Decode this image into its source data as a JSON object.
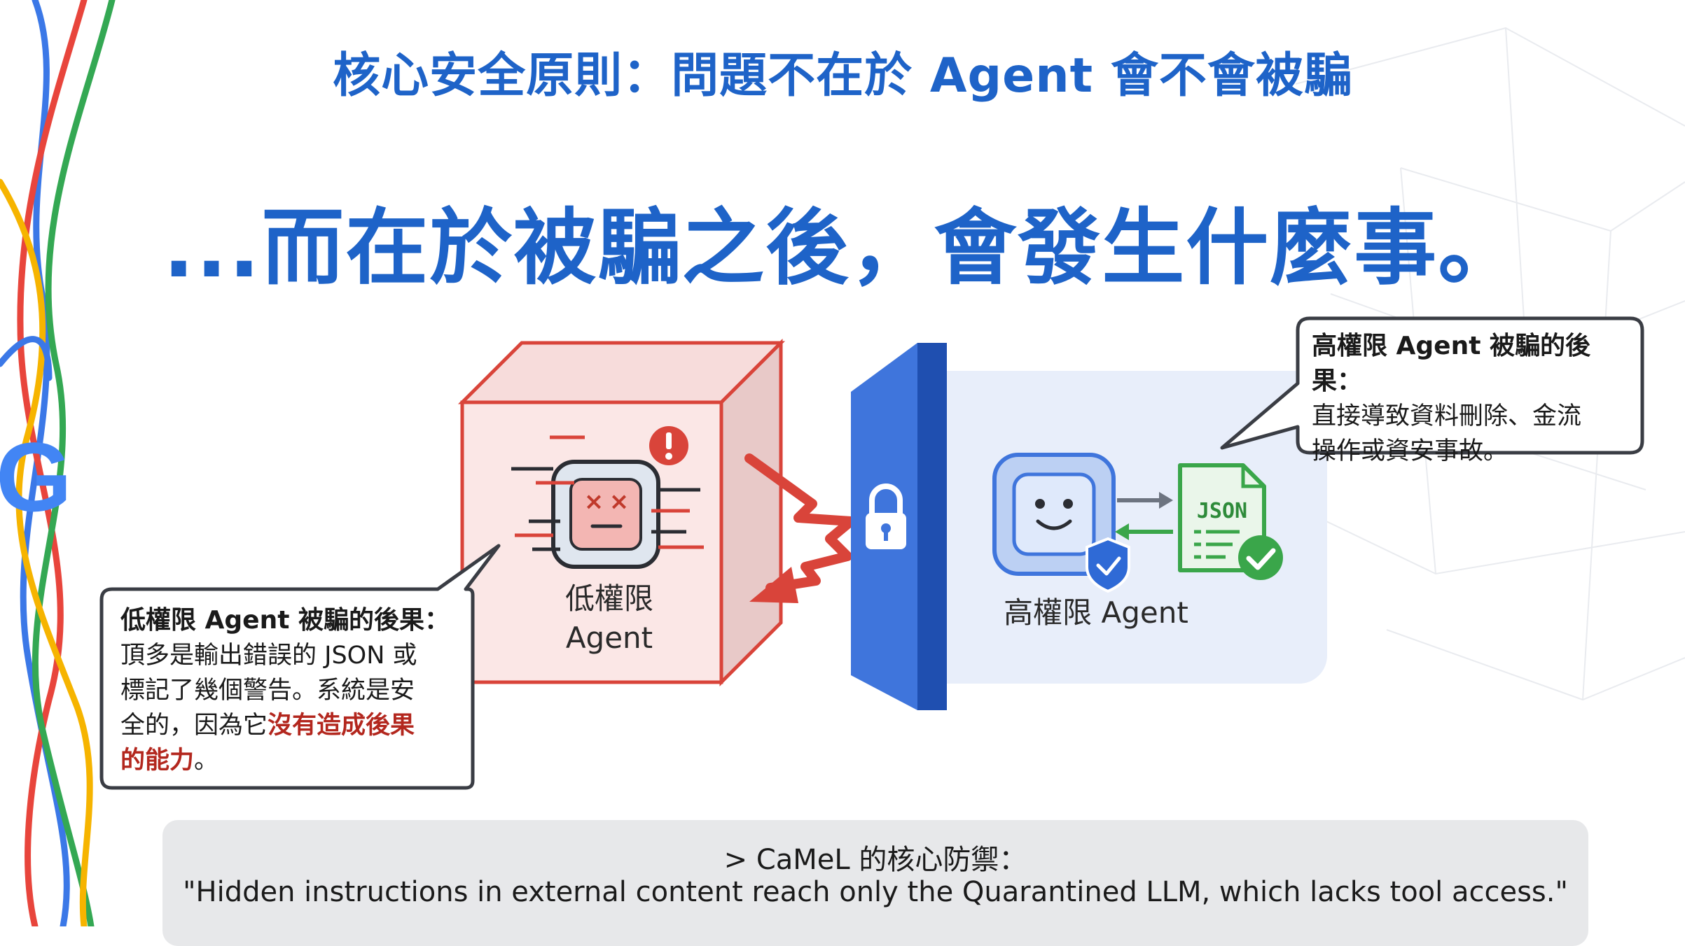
{
  "heading": {
    "subtitle": "核心安全原則：問題不在於 Agent 會不會被騙",
    "title": "...而在於被騙之後，會發生什麼事。"
  },
  "low_agent": {
    "label_line1": "低權限",
    "label_line2": "Agent"
  },
  "high_agent": {
    "label": "高權限 Agent",
    "doc_label": "JSON"
  },
  "bubble_low": {
    "title": "低權限 Agent 被騙的後果：",
    "line1": "頂多是輸出錯誤的 JSON 或",
    "line2": "標記了幾個警告。系統是安",
    "line3_normal": "全的，因為它",
    "line3_highlight": "沒有造成後果",
    "line4_highlight": "的能力",
    "line4_end": "。"
  },
  "bubble_high": {
    "title": "高權限 Agent 被騙的後果：",
    "line1": "直接導致資料刪除、金流",
    "line2": "操作或資安事故。"
  },
  "quote": {
    "line1": "> CaMeL 的核心防禦：",
    "line2": "\"Hidden instructions in external content reach only the Quarantined LLM, which lacks tool access.\""
  },
  "colors": {
    "title_blue": "#1e63c8",
    "barrier_blue": "#2e64cf",
    "warning_red": "#d9443a",
    "safe_green": "#3aa64a",
    "highlight_red": "#b3271e"
  }
}
